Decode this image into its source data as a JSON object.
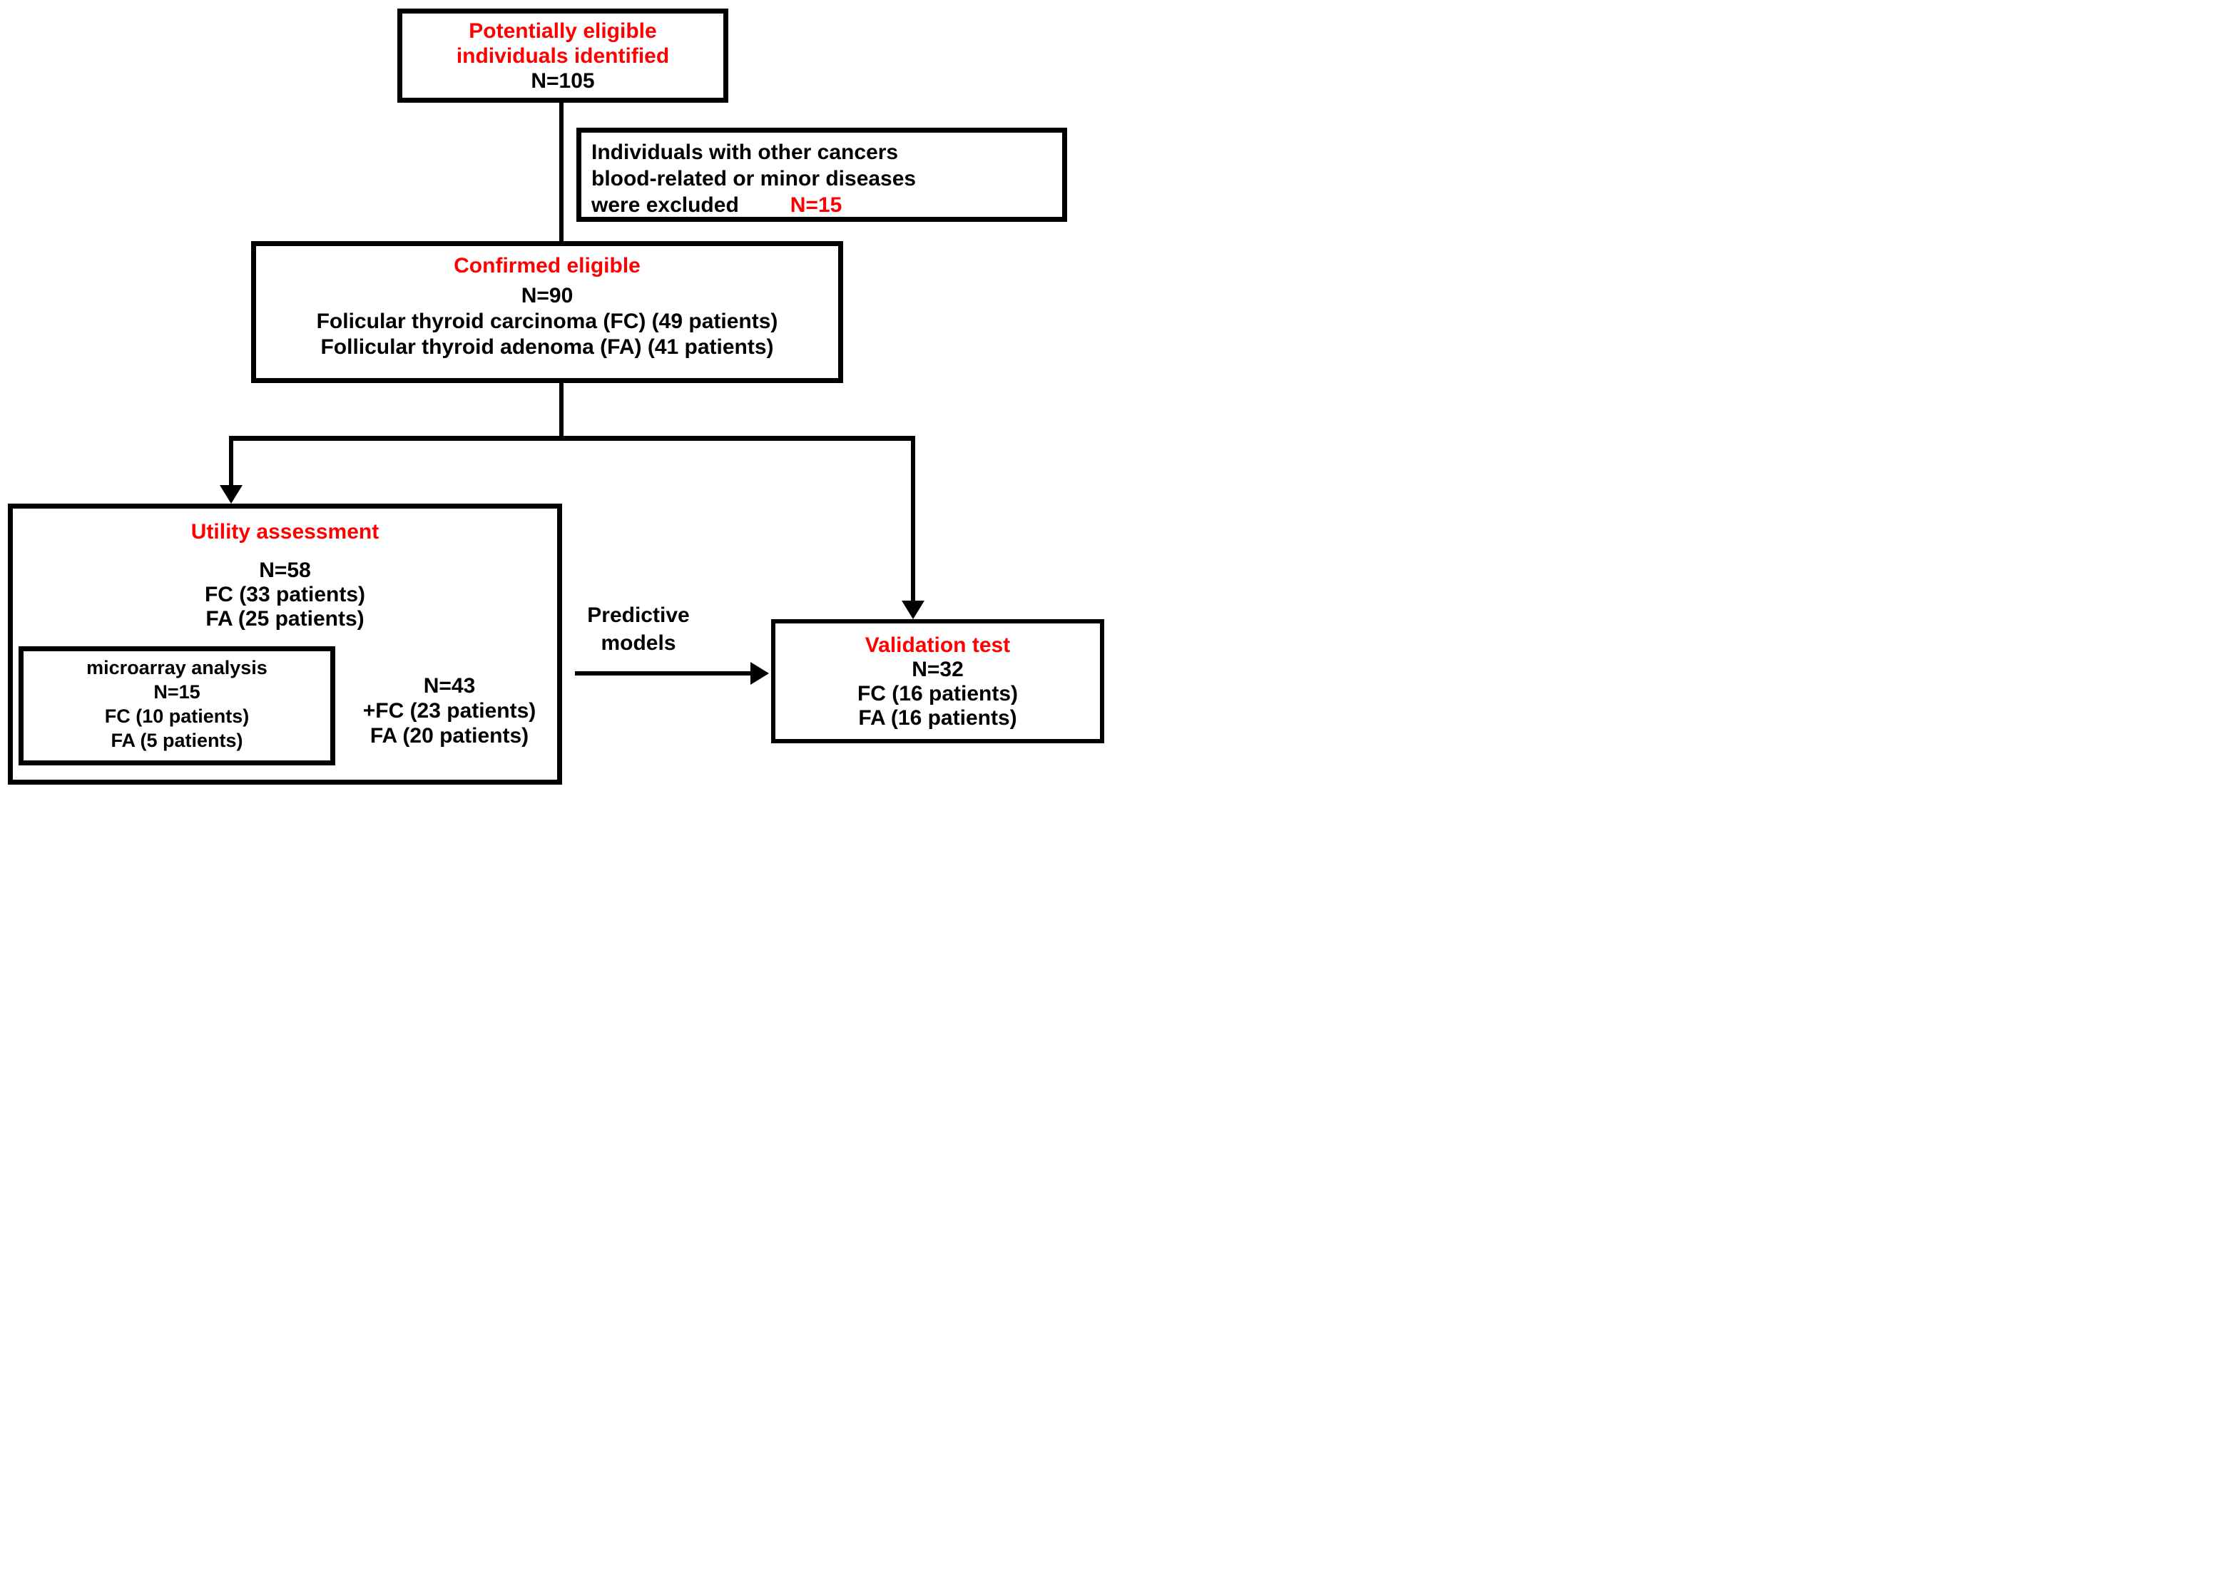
{
  "figure": {
    "type": "study-flow-diagram",
    "background": "#FFFFFF",
    "accent_color": "#FF0000",
    "text_color": "#000000",
    "line_color": "#000000"
  },
  "boxes": {
    "potentially_eligible": {
      "title_line1": "Potentially eligible",
      "title_line2": "individuals identified",
      "n": "N=105"
    },
    "excluded": {
      "line1": "Individuals with other cancers",
      "line2": "blood-related or minor diseases",
      "line3_text": "were excluded",
      "line3_n": "N=15"
    },
    "confirmed": {
      "title": "Confirmed eligible",
      "n": "N=90",
      "detail1": "Folicular thyroid carcinoma (FC) (49 patients)",
      "detail2": "Follicular thyroid adenoma (FA) (41 patients)"
    },
    "utility": {
      "title": "Utility assessment",
      "n": "N=58",
      "fc": "FC (33 patients)",
      "fa": "FA (25 patients)"
    },
    "microarray": {
      "title": "microarray analysis",
      "n": "N=15",
      "fc": "FC (10 patients)",
      "fa": "FA (5 patients)"
    },
    "remaining": {
      "n": "N=43",
      "fc": "+FC (23 patients)",
      "fa": "FA (20 patients)"
    },
    "validation": {
      "title": "Validation test",
      "n": "N=32",
      "fc": "FC (16 patients)",
      "fa": "FA (16 patients)"
    }
  },
  "connector_labels": {
    "predictive_line1": "Predictive",
    "predictive_line2": "models"
  }
}
